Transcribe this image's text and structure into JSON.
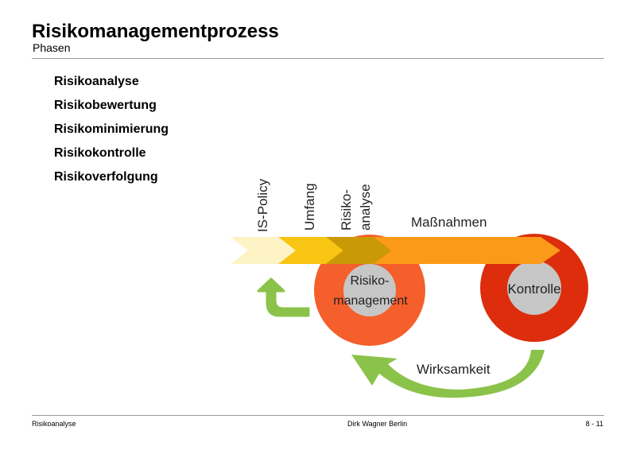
{
  "header": {
    "title": "Risikomanagementprozess",
    "subtitle": "Phasen"
  },
  "phases": [
    "Risikoanalyse",
    "Risikobewertung",
    "Risikominimierung",
    "Risikokontrolle",
    "Risikoverfolgung"
  ],
  "diagram": {
    "vertical_labels": {
      "is_policy": "IS-Policy",
      "umfang": "Umfang",
      "risiko_line1": "Risiko-",
      "risiko_line2": "analyse"
    },
    "massnahmen": "Maßnahmen",
    "ring1_line1": "Risiko-",
    "ring1_line2": "management",
    "ring2": "Kontrolle",
    "wirksamkeit": "Wirksamkeit",
    "colors": {
      "chevron1": "#fdf3c4",
      "chevron2": "#f9c513",
      "chevron3": "#c99a06",
      "main_arrow": "#fb9a18",
      "ring1": "#f55f2b",
      "ring2": "#dd2d0c",
      "ring_center": "#c6c6c6",
      "green": "#8bc34a"
    }
  },
  "footer": {
    "left": "Risikoanalyse",
    "center": "Dirk Wagner Berlin",
    "right": "8 - 11"
  }
}
